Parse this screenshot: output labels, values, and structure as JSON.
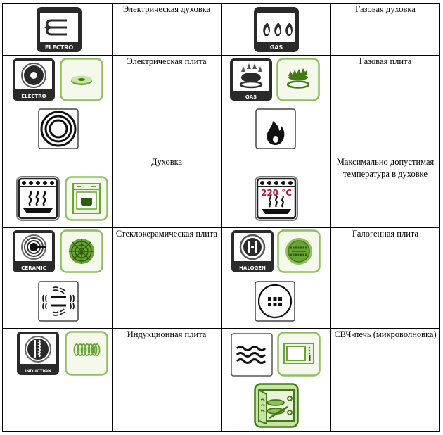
{
  "table": {
    "rows": [
      {
        "left": {
          "label": "Электрическая духовка",
          "icons": [
            {
              "name": "electric-oven-icon",
              "caption": "ELECTRO"
            }
          ]
        },
        "right": {
          "label": "Газовая духовка",
          "icons": [
            {
              "name": "gas-oven-icon",
              "caption": "GAS"
            }
          ]
        }
      },
      {
        "left": {
          "label": "Электрическая плита",
          "icons": [
            {
              "name": "electric-hob-icon",
              "caption": "ELECTRO"
            },
            {
              "name": "electric-hob-green-icon",
              "caption": ""
            },
            {
              "name": "electric-rings-icon",
              "caption": ""
            }
          ]
        },
        "right": {
          "label": "Газовая плита",
          "icons": [
            {
              "name": "gas-burner-icon",
              "caption": "GAS"
            },
            {
              "name": "gas-burner-green-icon",
              "caption": ""
            },
            {
              "name": "flame-icon",
              "caption": ""
            }
          ]
        }
      },
      {
        "left": {
          "label": "Духовка",
          "icons": [
            {
              "name": "oven-steam-icon",
              "caption": ""
            },
            {
              "name": "oven-green-icon",
              "caption": ""
            }
          ]
        },
        "right": {
          "label": "Максимально допустимая температура в духовке",
          "icons": [
            {
              "name": "oven-max-temp-icon",
              "caption": "220 °C"
            }
          ]
        }
      },
      {
        "left": {
          "label": "Стеклокерамическая плита",
          "icons": [
            {
              "name": "ceramic-hob-icon",
              "caption": "CERAMIC"
            },
            {
              "name": "ceramic-hob-green-icon",
              "caption": ""
            },
            {
              "name": "ceramic-radiant-icon",
              "caption": ""
            }
          ]
        },
        "right": {
          "label": "Галогенная плита",
          "icons": [
            {
              "name": "halogen-hob-icon",
              "caption": "HALOGEN"
            },
            {
              "name": "halogen-hob-green-icon",
              "caption": ""
            },
            {
              "name": "halogen-dots-icon",
              "caption": ""
            }
          ]
        }
      },
      {
        "left": {
          "label": "Индукционная плита",
          "icons": [
            {
              "name": "induction-hob-icon",
              "caption": "INDUCTION"
            },
            {
              "name": "induction-coil-green-icon",
              "caption": ""
            }
          ]
        },
        "right": {
          "label": "СВЧ-печь (микроволновка)",
          "icons": [
            {
              "name": "microwave-waves-icon",
              "caption": ""
            },
            {
              "name": "microwave-green-icon",
              "caption": ""
            },
            {
              "name": "microwave-open-green-icon",
              "caption": ""
            }
          ]
        }
      }
    ]
  },
  "colors": {
    "icon_dark": "#2a2a2a",
    "icon_green": "#6aa336",
    "icon_green_dark": "#3f7a12",
    "icon_green_bg": "#f4f9ec",
    "temp_red": "#c0143c"
  }
}
